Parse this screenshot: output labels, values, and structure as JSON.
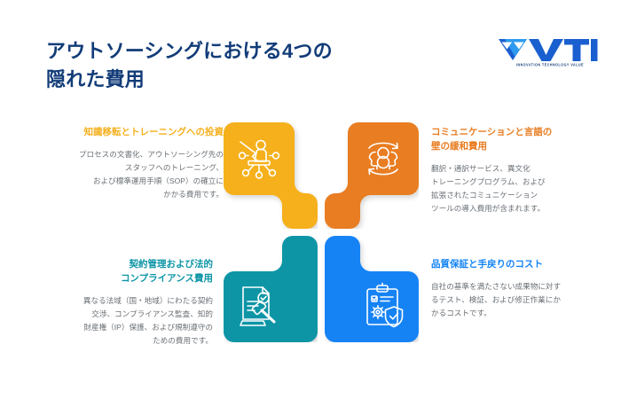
{
  "header": {
    "title": "アウトソーシングにおける4つの\n隠れた費用",
    "title_color": "#123C78"
  },
  "logo": {
    "name": "VTI",
    "wordmark": "VTI",
    "tagline": "INNOVATION TECHNOLOGY VALUE",
    "primary_color": "#1A5FD0",
    "secondary_color": "#2E9BF0"
  },
  "blocks": [
    {
      "id": "knowledge-transfer",
      "position": "top-left",
      "heading": "知識移転とトレーニングへの投資",
      "body": "プロセスの文書化、アウトソーシング先の\nスタッフへのトレーニング、\nおよび標準運用手順（SOP）の確立に\nかかる費用です。",
      "color": "#F5B01E",
      "icon": "trainer-network-icon",
      "align": "right"
    },
    {
      "id": "communication-language",
      "position": "top-right",
      "heading": "コミュニケーションと言語の\n壁の緩和費用",
      "body": "翻訳・通訳サービス、異文化\nトレーニングプログラム、および\n拡張されたコミュニケーション\nツールの導入費用が含まれます。",
      "color": "#E87D22",
      "icon": "two-faces-exchange-icon",
      "align": "left"
    },
    {
      "id": "contract-legal-compliance",
      "position": "bottom-left",
      "heading": "契約管理および法的\nコンプライアンス費用",
      "body": "異なる法域（国・地域）にわたる契約\n交渉、コンプライアンス監査、知的\n財産権（IP）保護、および規制遵守の\nための費用です。",
      "color": "#0C95A6",
      "icon": "gavel-document-icon",
      "align": "right"
    },
    {
      "id": "quality-assurance-rework",
      "position": "bottom-right",
      "heading": "品質保証と手戻りのコスト",
      "body": "自社の基準を満たさない成果物に対す\nるテスト、検証、および修正作業にか\nかるコストです。",
      "color": "#1283F5",
      "icon": "clipboard-gear-shield-icon",
      "align": "left"
    }
  ],
  "body_text_color": "#6A7076",
  "background_color": "#FFFFFF"
}
